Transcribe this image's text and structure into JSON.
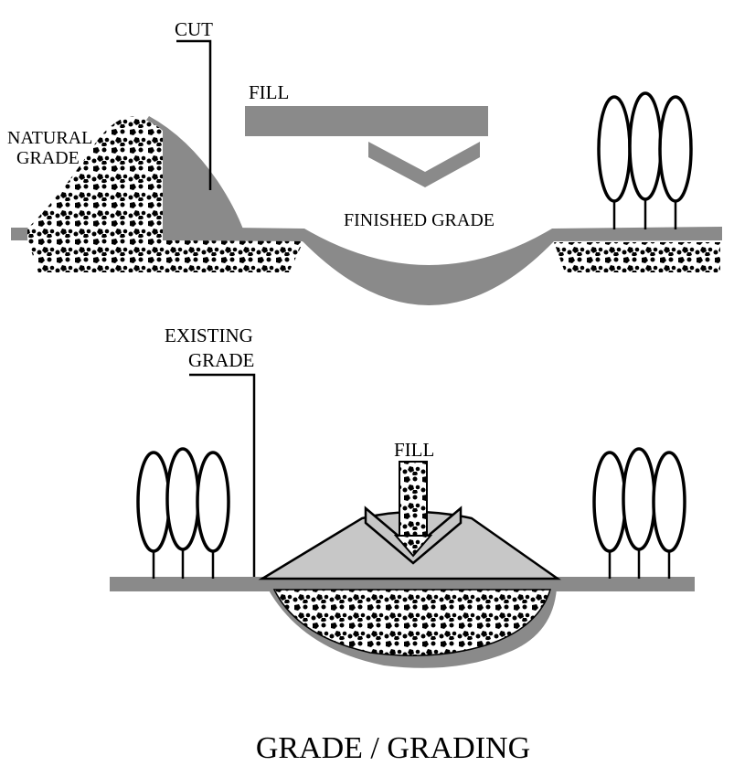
{
  "title": "GRADE / GRADING",
  "top_diagram": {
    "cut_label": "CUT",
    "fill_label": "FILL",
    "natural_grade_label_line1": "NATURAL",
    "natural_grade_label_line2": "GRADE",
    "finished_grade_label": "FINISHED GRADE"
  },
  "bottom_diagram": {
    "existing_grade_label_line1": "EXISTING",
    "existing_grade_label_line2": "GRADE",
    "fill_label": "FILL"
  },
  "colors": {
    "grade_gray": "#8a8a8a",
    "fill_mound_gray": "#c7c7c7",
    "ink": "#000000",
    "background": "#ffffff"
  }
}
